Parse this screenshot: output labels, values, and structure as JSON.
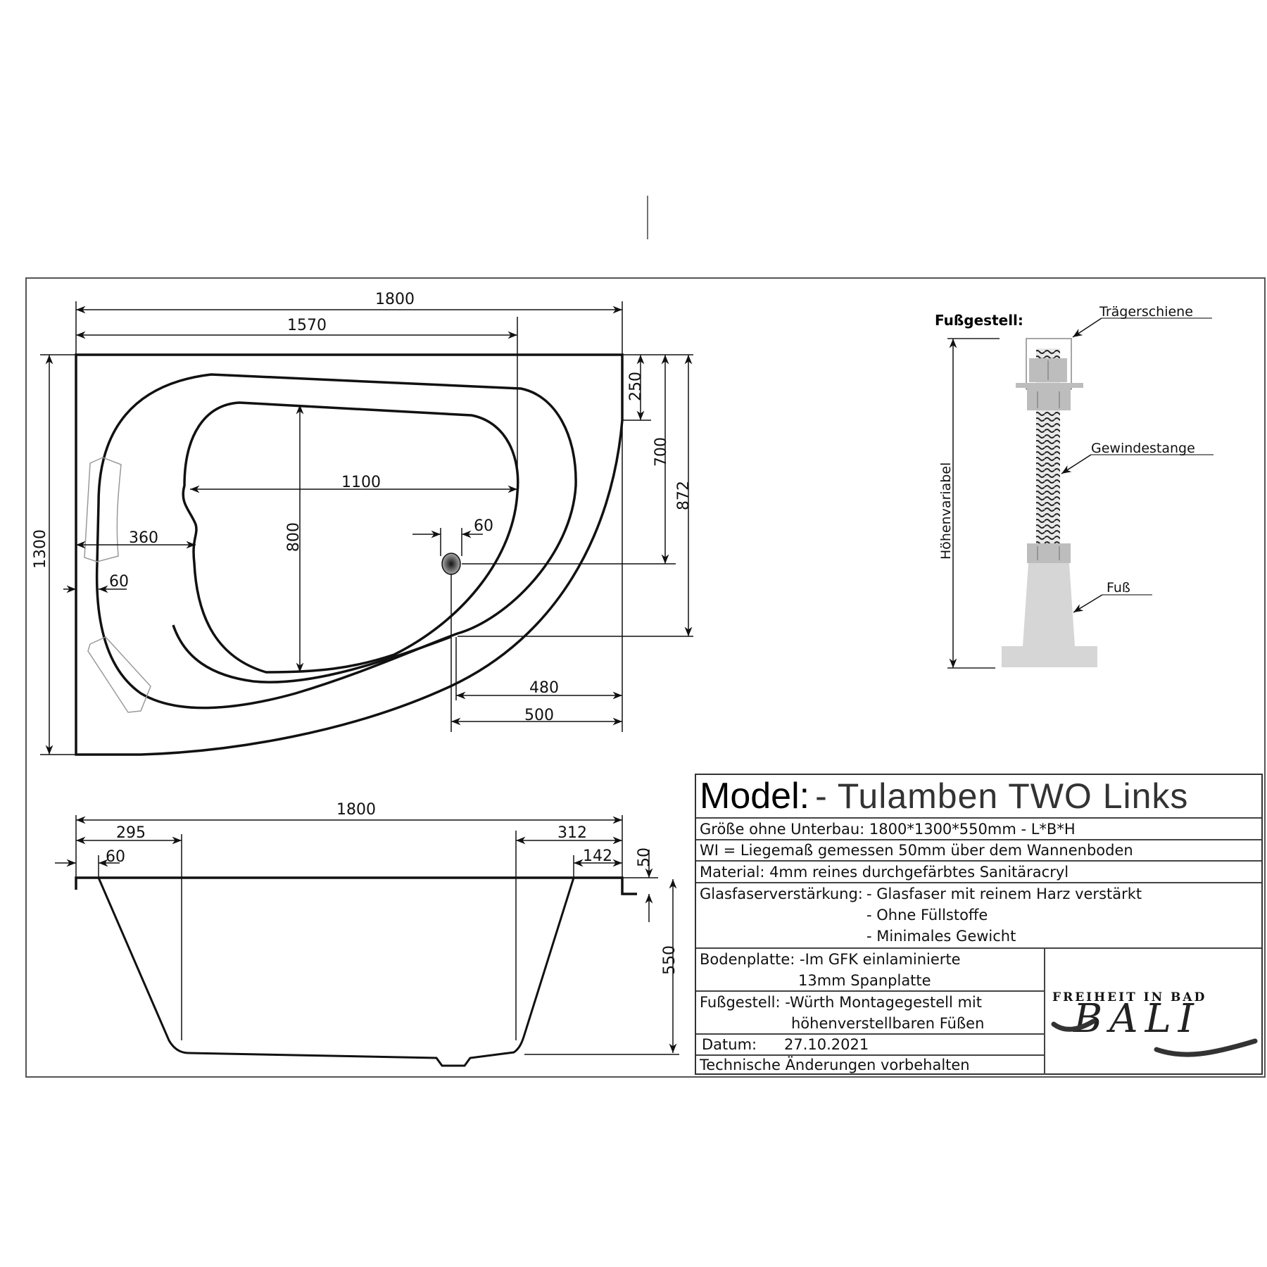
{
  "drawing": {
    "plan_view": {
      "dimensions": {
        "overall_length": "1800",
        "length_to_inner": "1570",
        "overall_width": "1300",
        "inner_length": "1100",
        "inner_width": "800",
        "headrest_offset": "360",
        "rim_width_left": "60",
        "drain_diameter": "60",
        "right_edge_straight": "250",
        "drain_from_top": "700",
        "corner_from_top": "872",
        "corner_to_right_480": "480",
        "corner_to_right_500": "500"
      }
    },
    "side_view": {
      "dimensions": {
        "overall_length": "1800",
        "left_slope": "295",
        "right_slope": "312",
        "left_rim": "60",
        "right_rim": "142",
        "rim_drop": "50",
        "height": "550"
      }
    },
    "foot_assembly": {
      "title": "Fußgestell:",
      "labels": {
        "rail": "Trägerschiene",
        "threaded_rod": "Gewindestange",
        "foot": "Fuß",
        "height": "Höhenvariabel"
      }
    }
  },
  "title_block": {
    "model_key": "Model:",
    "model_value": "- Tulamben TWO Links",
    "size": "Größe ohne Unterbau:   1800*1300*550mm  -  L*B*H",
    "wi_note": "WI = Liegemaß gemessen 50mm über dem Wannenboden",
    "material": "Material: 4mm reines durchgefärbtes Sanitäracryl",
    "glass_label": "Glasfaserverstärkung:",
    "glass_items": [
      "- Glasfaser mit reinem Harz verstärkt",
      "- Ohne Füllstoffe",
      "- Minimales Gewicht"
    ],
    "base_plate_line1": "Bodenplatte: -Im GFK einlaminierte",
    "base_plate_line2": "13mm Spanplatte",
    "frame_line1": "Fußgestell: -Würth Montagegestell mit",
    "frame_line2": "höhenverstellbaren Füßen",
    "date_label": "Datum:",
    "date_value": "27.10.2021",
    "disclaimer": "Technische Änderungen vorbehalten"
  },
  "logo": {
    "tagline": "FREIHEIT IN BAD",
    "brand": "BALI"
  },
  "colors": {
    "line": "#111111",
    "frame": "#555555",
    "gray_part": "#bdbdbd",
    "light_part": "#d6d6d6"
  }
}
